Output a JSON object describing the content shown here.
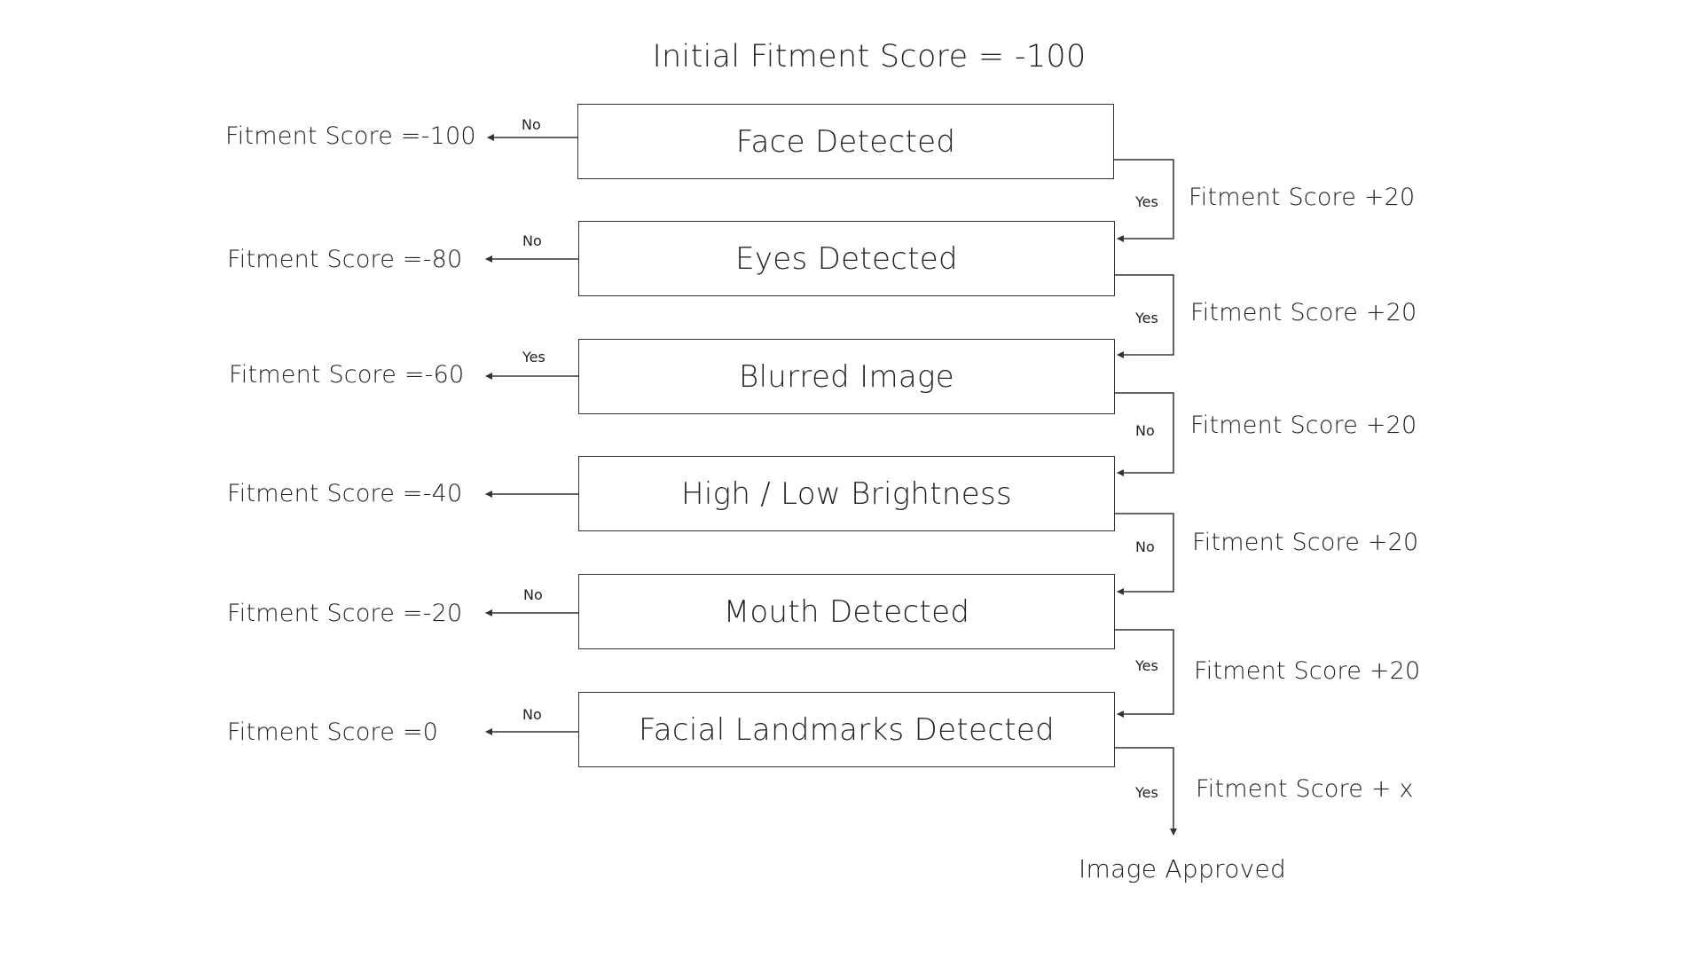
{
  "title": "Initial Fitment Score = -100",
  "steps": [
    {
      "label": "Face Detected",
      "left_branch": "No",
      "left_score": "Fitment Score =-100",
      "right_branch": "Yes",
      "right_score": "Fitment Score +20"
    },
    {
      "label": "Eyes Detected",
      "left_branch": "No",
      "left_score": "Fitment Score =-80",
      "right_branch": "Yes",
      "right_score": "Fitment Score +20"
    },
    {
      "label": "Blurred Image",
      "left_branch": "Yes",
      "left_score": "Fitment Score =-60",
      "right_branch": "No",
      "right_score": "Fitment Score +20"
    },
    {
      "label": "High / Low Brightness",
      "left_branch": "",
      "left_score": "Fitment Score =-40",
      "right_branch": "No",
      "right_score": "Fitment Score +20"
    },
    {
      "label": "Mouth Detected",
      "left_branch": "No",
      "left_score": "Fitment Score =-20",
      "right_branch": "Yes",
      "right_score": "Fitment Score +20"
    },
    {
      "label": "Facial Landmarks Detected",
      "left_branch": "No",
      "left_score": "Fitment Score =0",
      "right_branch": "Yes",
      "right_score": "Fitment Score + x"
    }
  ],
  "final": "Image Approved",
  "colors": {
    "line": "#333333",
    "text": "#222222",
    "background": "#ffffff"
  }
}
